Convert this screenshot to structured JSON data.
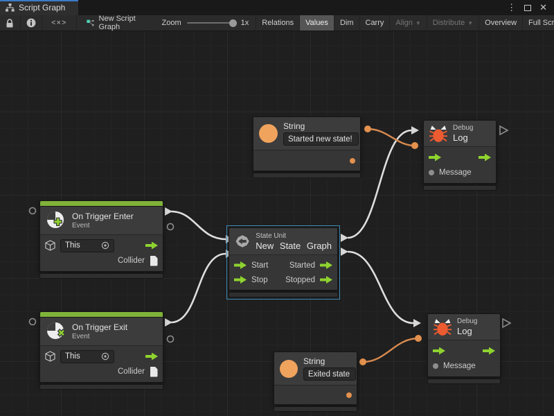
{
  "tab_bar": {
    "title": "Script Graph"
  },
  "window_controls": {
    "menu": "⋮",
    "close": "✕"
  },
  "toolbar": {
    "code_icon_label": "<×>",
    "graph_name": "New Script Graph",
    "zoom_label": "Zoom",
    "zoom_value": "1x",
    "relations": "Relations",
    "values": "Values",
    "dim": "Dim",
    "carry": "Carry",
    "align": "Align",
    "distribute": "Distribute",
    "overview": "Overview",
    "fullscreen": "Full Screen",
    "caret": "▼"
  },
  "nodes": {
    "string_top": {
      "title": "String",
      "value": "Started new state!"
    },
    "debug_top": {
      "kind": "Debug",
      "title": "Log",
      "input_label": "Message"
    },
    "trigger_enter": {
      "title": "On Trigger Enter",
      "subtitle": "Event",
      "self_value": "This",
      "output_label": "Collider"
    },
    "state_unit": {
      "kind": "State Unit",
      "title": "New State Graph",
      "in1": "Start",
      "in2": "Stop",
      "out1": "Started",
      "out2": "Stopped"
    },
    "trigger_exit": {
      "title": "On Trigger Exit",
      "subtitle": "Event",
      "self_value": "This",
      "output_label": "Collider"
    },
    "string_bottom": {
      "title": "String",
      "value": "Exited state"
    },
    "debug_bottom": {
      "kind": "Debug",
      "title": "Log",
      "input_label": "Message"
    }
  },
  "colors": {
    "flow_green": "#8fd32f",
    "event_green": "#7fb339",
    "value_orange": "#e2914e",
    "bug_orange": "#ed5b31",
    "selection_blue": "#3e89b4",
    "wire_white": "#dedede",
    "tab_accent_blue": "#3a7bc8"
  }
}
